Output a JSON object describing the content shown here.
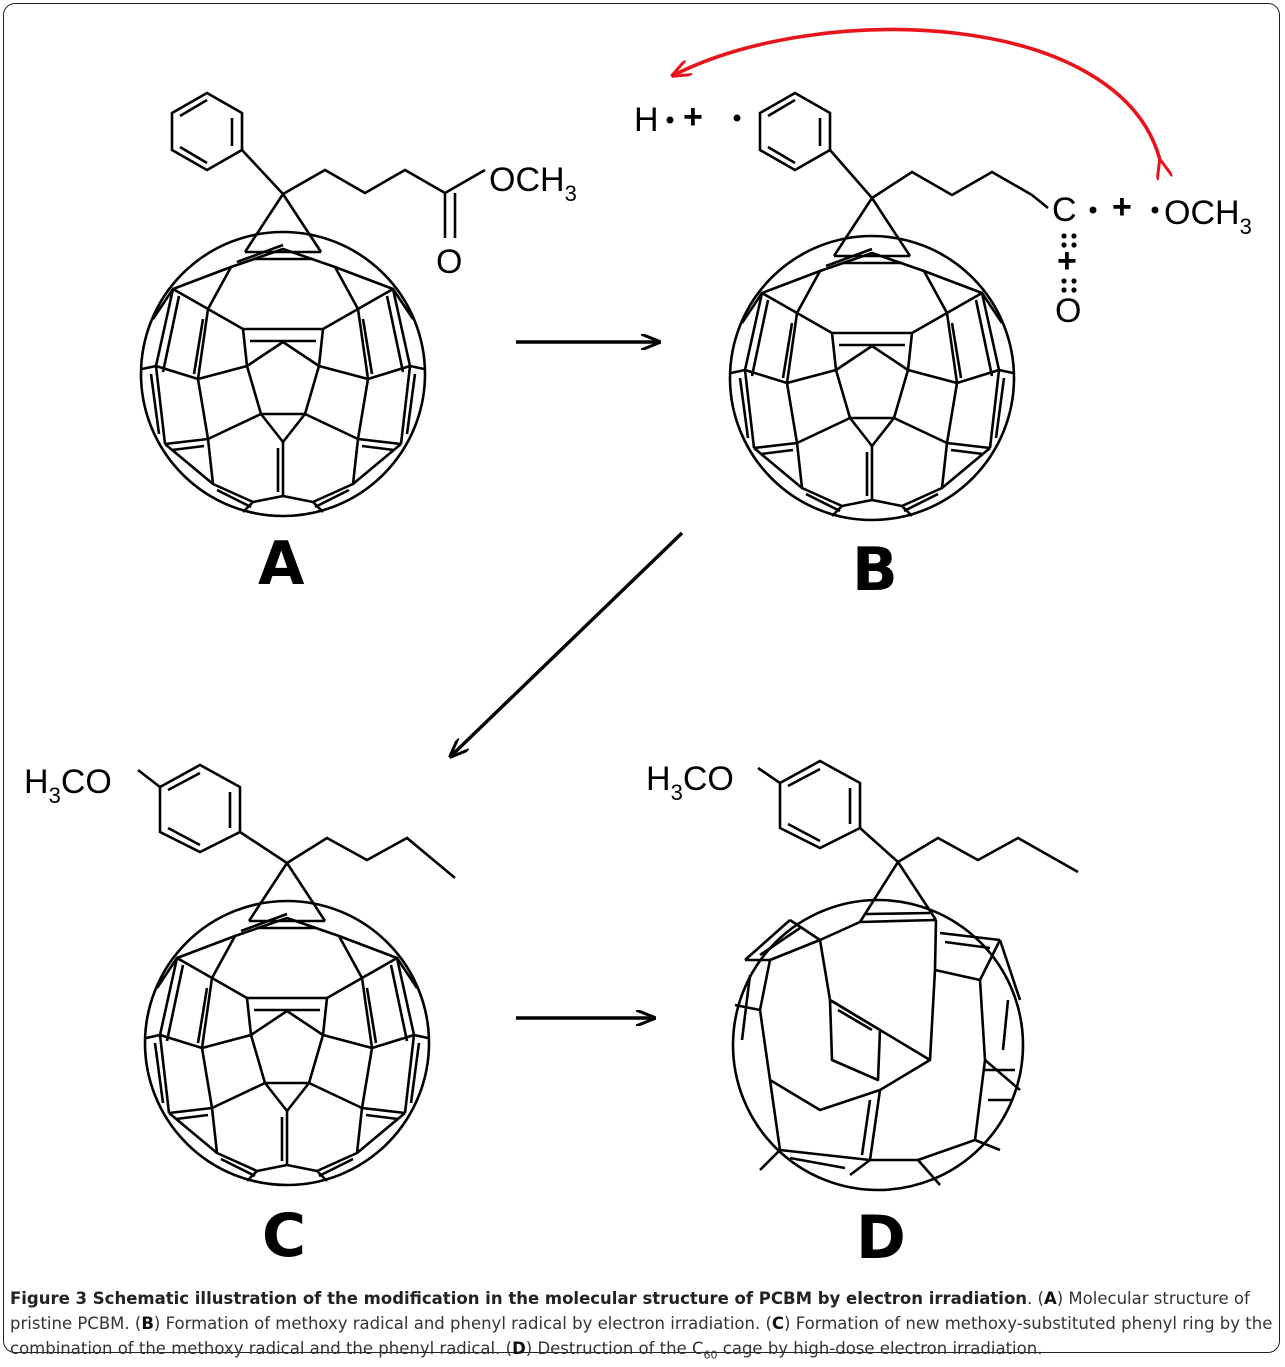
{
  "panels": [
    {
      "id": "A",
      "label": "A"
    },
    {
      "id": "B",
      "label": "B"
    },
    {
      "id": "C",
      "label": "C"
    },
    {
      "id": "D",
      "label": "D"
    }
  ],
  "groups": {
    "methyl_ester": {
      "main": "OCH",
      "sub": "3"
    },
    "carbonyl_o": "O",
    "radical_h": "H",
    "radical_c": "C",
    "radical_methoxy": {
      "main": "OCH",
      "sub": "3"
    },
    "radical_o": "O",
    "methoxy_sub": {
      "pre": "H",
      "sub": "3",
      "post": "CO"
    },
    "plus": "+"
  },
  "colors": {
    "arrow_red": "#e8141b",
    "line": "#000000"
  },
  "caption": {
    "title": "Figure 3 Schematic illustration of the modification in the molecular structure of PCBM by electron irradiation",
    "a_text": " Molecular structure of pristine PCBM. ",
    "b_text": " Formation of methoxy radical and phenyl radical by electron irradiation. ",
    "c_text": " Formation of new methoxy-substituted phenyl ring by the combination of the methoxy radical and the phenyl radical. ",
    "d_text_1": " Destruction of the C",
    "d_sub": "60",
    "d_text_2": " cage by high-dose electron irradiation."
  }
}
